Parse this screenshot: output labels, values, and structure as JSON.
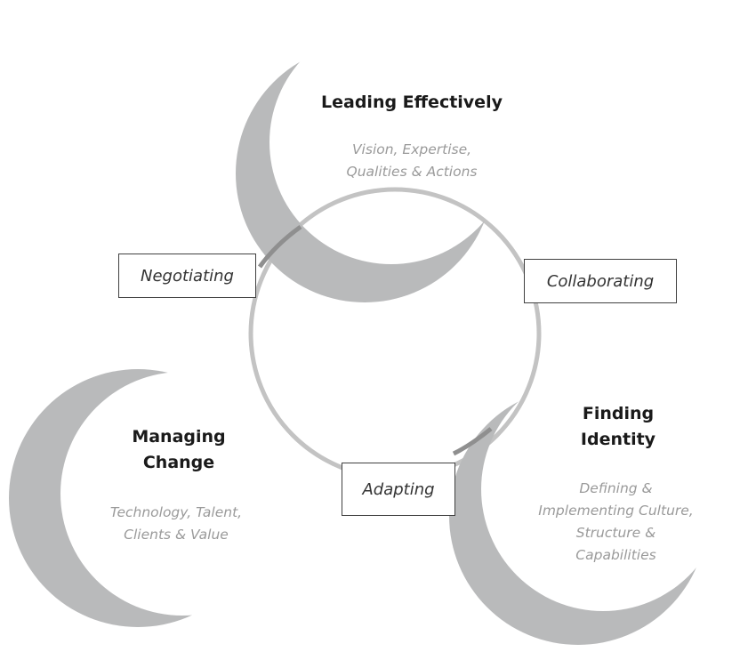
{
  "colors": {
    "crescent": "#b9babb",
    "ring": "#c3c3c3",
    "ring_overlap": "#8f8f8f",
    "title": "#1a1a1a",
    "subtitle": "#9a9a9a",
    "box_border": "#404040"
  },
  "nodes": {
    "leading": {
      "title": "Leading Effectively",
      "subtitle": "Vision, Expertise,\nQualities & Actions"
    },
    "managing": {
      "title": "Managing\nChange",
      "subtitle": "Technology, Talent,\nClients & Value"
    },
    "finding": {
      "title": "Finding\nIdentity",
      "subtitle": "Defining &\nImplementing Culture,\nStructure &\nCapabilities"
    }
  },
  "connectors": {
    "negotiating": "Negotiating",
    "collaborating": "Collaborating",
    "adapting": "Adapting"
  }
}
